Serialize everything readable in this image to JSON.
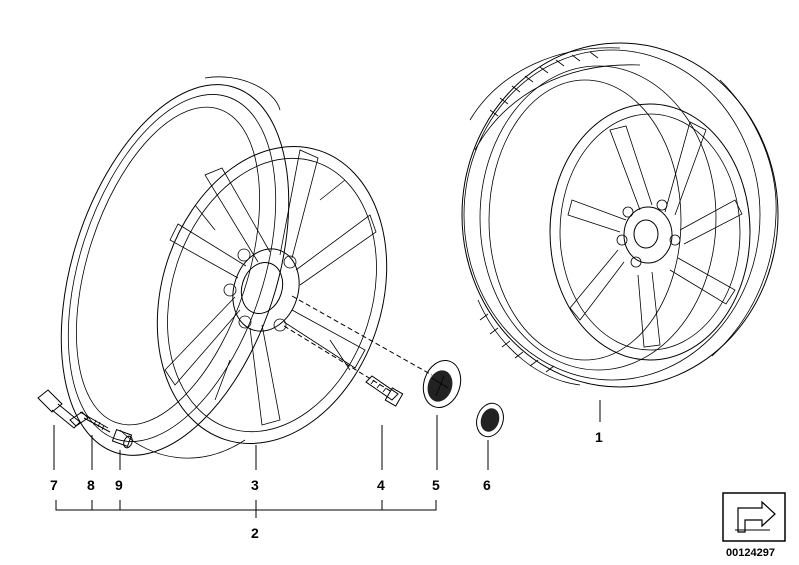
{
  "callouts": {
    "c1": "1",
    "c2": "2",
    "c3": "3",
    "c4": "4",
    "c5": "5",
    "c6": "6",
    "c7": "7",
    "c8": "8",
    "c9": "9"
  },
  "diagram_code": "00124297",
  "colors": {
    "line": "#000000",
    "background": "#ffffff",
    "cap_fill": "#222222"
  },
  "icons": {
    "navigation": "arrow-return-icon"
  }
}
